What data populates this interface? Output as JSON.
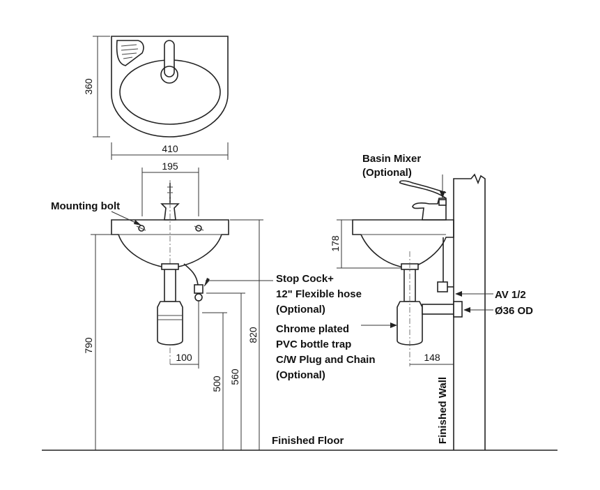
{
  "dimensions": {
    "depth": "360",
    "width": "410",
    "tap_spacing": "195",
    "bowl_height": "178",
    "waste_offset": "100",
    "wall_offset": "148",
    "stopcock_height": "500",
    "waste_height": "560",
    "basin_rim_height": "790",
    "overall_height": "820"
  },
  "labels": {
    "mounting_bolt": "Mounting bolt",
    "stop_cock_1": "Stop Cock+",
    "stop_cock_2": "12\" Flexible hose",
    "stop_cock_3": "(Optional)",
    "trap_1": "Chrome plated",
    "trap_2": "PVC bottle trap",
    "trap_3": "C/W Plug and Chain",
    "trap_4": "(Optional)",
    "basin_mixer_1": "Basin Mixer",
    "basin_mixer_2": "(Optional)",
    "av": "AV 1/2",
    "od": "Ø36 OD",
    "finished_floor": "Finished Floor",
    "finished_wall": "Finished Wall"
  }
}
